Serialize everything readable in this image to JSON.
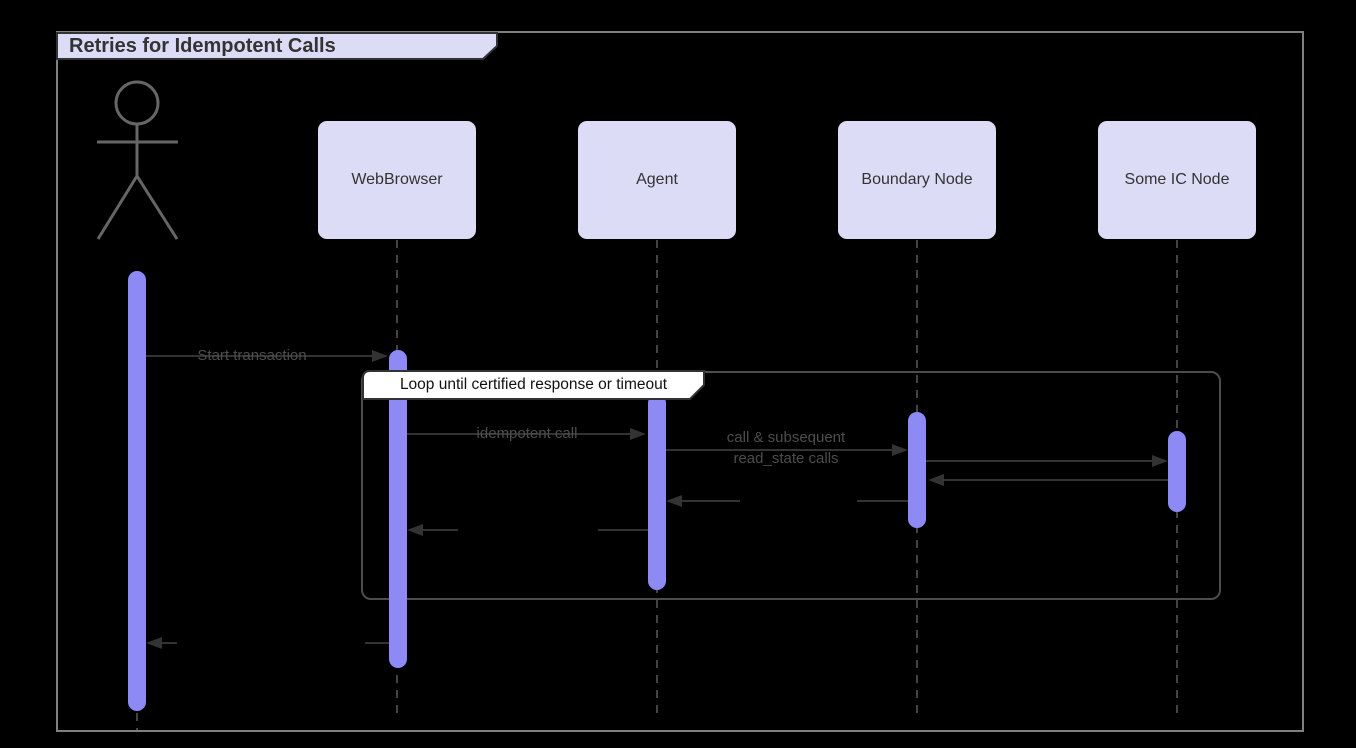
{
  "title": "Retries for Idempotent Calls",
  "loop": {
    "label": "Loop until certified response or timeout"
  },
  "participants": [
    {
      "id": "webbrowser",
      "label": "WebBrowser"
    },
    {
      "id": "agent",
      "label": "Agent"
    },
    {
      "id": "boundary-node",
      "label": "Boundary Node"
    },
    {
      "id": "some-ic-node",
      "label": "Some IC Node"
    }
  ],
  "actor": {
    "type": "stick-figure",
    "label": ""
  },
  "messages": [
    {
      "from": "actor",
      "to": "WebBrowser",
      "label": "Start transaction"
    },
    {
      "from": "WebBrowser",
      "to": "Agent",
      "label": "idempotent call"
    },
    {
      "from": "Agent",
      "to": "Boundary Node",
      "line1": "call & subsequent",
      "line2": "read_state calls"
    },
    {
      "from": "Boundary Node",
      "to": "Some IC Node",
      "label": ""
    },
    {
      "from": "Some IC Node",
      "to": "Boundary Node",
      "label": ""
    },
    {
      "from": "Boundary Node",
      "to": "Agent",
      "label": ""
    },
    {
      "from": "Agent",
      "to": "WebBrowser",
      "label": ""
    },
    {
      "from": "WebBrowser",
      "to": "actor",
      "label": ""
    }
  ],
  "colors": {
    "background": "#000000",
    "participant_fill": "#dcdcf7",
    "activation_fill": "#8d8af6",
    "outer_frame": "#808080",
    "loop_frame": "#4d4d4d",
    "message_line": "#333333",
    "message_text": "#4d4d4d",
    "lifeline": "#444444",
    "actor_stroke": "#666666",
    "title_text": "#333333"
  }
}
